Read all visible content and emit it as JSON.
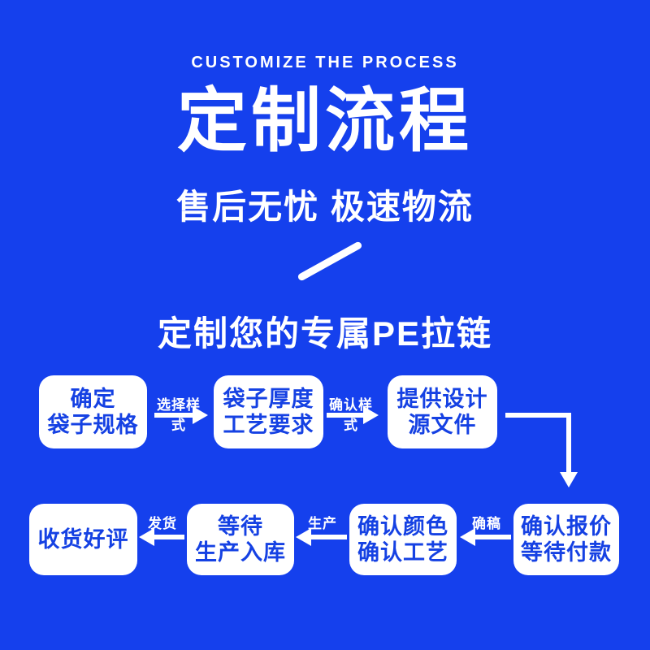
{
  "colors": {
    "background": "#1540ED",
    "box_fill": "#FFFFFF",
    "box_text": "#1541E3",
    "accent_text": "#FFFFFF"
  },
  "header": {
    "eyebrow": "CUSTOMIZE THE PROCESS",
    "title": "定制流程",
    "subtitle": "售后无忧 极速物流",
    "section_title": "定制您的专属PE拉链"
  },
  "flow": {
    "step1": {
      "line1": "确定",
      "line2": "袋子规格"
    },
    "step2": {
      "line1": "袋子厚度",
      "line2": "工艺要求"
    },
    "step3": {
      "line1": "提供设计",
      "line2": "源文件"
    },
    "step4": {
      "line1": "确认报价",
      "line2": "等待付款"
    },
    "step5": {
      "line1": "确认颜色",
      "line2": "确认工艺"
    },
    "step6": {
      "line1": "等待",
      "line2": "生产入库"
    },
    "step7": {
      "line1": "收货好评"
    },
    "labels": {
      "step1_to_2": "选择样式",
      "step2_to_3": "确认样式",
      "step4_to_5": "确稿",
      "step5_to_6": "生产",
      "step6_to_7": "发货"
    }
  }
}
